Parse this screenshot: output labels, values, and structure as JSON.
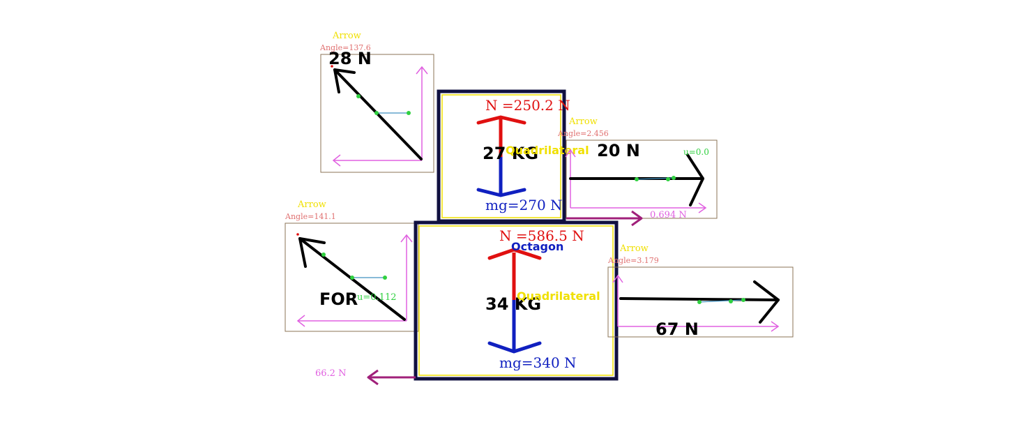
{
  "colors": {
    "box_frame": "#8b7355",
    "magenta": "#e060e0",
    "purple": "#a0207a",
    "yellow_label": "#f0e000",
    "angle_label": "#e07070",
    "red": "#e01010",
    "blue": "#1020c0",
    "green": "#30d040",
    "navy": "#101040",
    "black": "#000000"
  },
  "block_top": {
    "mass": "27 KG",
    "label": "Quadrilateral",
    "normal": "N =250.2  N",
    "weight": "mg=270  N"
  },
  "block_bottom": {
    "mass": "34 KG",
    "label": "Quadrilateral",
    "shape": "Octagon",
    "normal": "N =586.5  N",
    "weight": "mg=340  N"
  },
  "arrow_top_left": {
    "title": "Arrow",
    "angle": "Angle=137.6",
    "handwritten": "28 N"
  },
  "arrow_mid_left": {
    "title": "Arrow",
    "angle": "Angle=141.1",
    "handwritten": "FOR",
    "mu": "u=0.112"
  },
  "arrow_top_right": {
    "title": "Arrow",
    "angle": "Angle=2.456",
    "handwritten": "20 N",
    "mu": "u=0.0"
  },
  "arrow_bottom_right": {
    "title": "Arrow",
    "angle": "Angle=3.179",
    "handwritten": "67 N"
  },
  "results": {
    "friction_top": "0.694  N",
    "friction_bottom": "66.2  N"
  }
}
